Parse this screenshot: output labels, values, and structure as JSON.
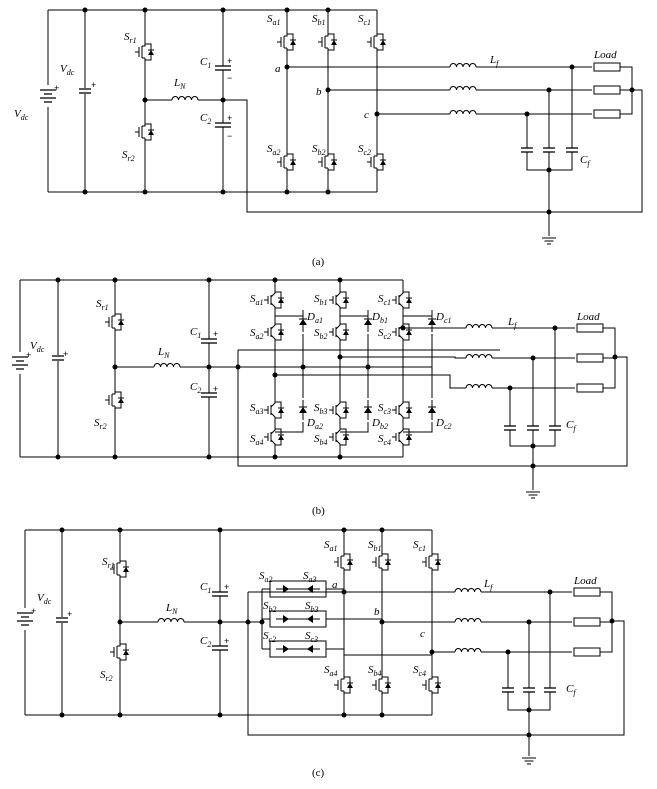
{
  "panels": [
    {
      "caption": "(a)",
      "labels": {
        "vdc_battery": "V",
        "vdc_battery_sub": "dc",
        "vdc_cap": "V",
        "vdc_cap_sub": "dc",
        "sr1": "S",
        "sr1_sub": "r1",
        "sr2": "S",
        "sr2_sub": "r2",
        "ln": "L",
        "ln_sub": "N",
        "c1": "C",
        "c1_sub": "1",
        "c2": "C",
        "c2_sub": "2",
        "sa1": "S",
        "sa1_sub": "a1",
        "sb1": "S",
        "sb1_sub": "b1",
        "sc1": "S",
        "sc1_sub": "c1",
        "sa2": "S",
        "sa2_sub": "a2",
        "sb2": "S",
        "sb2_sub": "b2",
        "sc2": "S",
        "sc2_sub": "c2",
        "node_a": "a",
        "node_b": "b",
        "node_c": "c",
        "lf": "L",
        "lf_sub": "f",
        "cf": "C",
        "cf_sub": "f",
        "load": "Load"
      }
    },
    {
      "caption": "(b)",
      "labels": {
        "vdc_battery": "V",
        "vdc_battery_sub": "dc",
        "sr1": "S",
        "sr1_sub": "r1",
        "sr2": "S",
        "sr2_sub": "r2",
        "ln": "L",
        "ln_sub": "N",
        "c1": "C",
        "c1_sub": "1",
        "c2": "C",
        "c2_sub": "2",
        "sa1": "S",
        "sa1_sub": "a1",
        "sb1": "S",
        "sb1_sub": "b1",
        "sc1": "S",
        "sc1_sub": "c1",
        "sa2": "S",
        "sa2_sub": "a2",
        "sb2": "S",
        "sb2_sub": "b2",
        "sc2": "S",
        "sc2_sub": "c2",
        "sa3": "S",
        "sa3_sub": "a3",
        "sb3": "S",
        "sb3_sub": "b3",
        "sc3": "S",
        "sc3_sub": "c3",
        "sa4": "S",
        "sa4_sub": "a4",
        "sb4": "S",
        "sb4_sub": "b4",
        "sc4": "S",
        "sc4_sub": "c4",
        "da1": "D",
        "da1_sub": "a1",
        "db1": "D",
        "db1_sub": "b1",
        "dc1": "D",
        "dc1_sub": "c1",
        "da2": "D",
        "da2_sub": "a2",
        "db2": "D",
        "db2_sub": "b2",
        "dc2": "D",
        "dc2_sub": "c2",
        "lf": "L",
        "lf_sub": "f",
        "cf": "C",
        "cf_sub": "f",
        "load": "Load"
      }
    },
    {
      "caption": "(c)",
      "labels": {
        "vdc_battery": "V",
        "vdc_battery_sub": "dc",
        "sr1": "S",
        "sr1_sub": "r1",
        "sr2": "S",
        "sr2_sub": "r2",
        "ln": "L",
        "ln_sub": "N",
        "c1": "C",
        "c1_sub": "1",
        "c2": "C",
        "c2_sub": "2",
        "sa1": "S",
        "sa1_sub": "a1",
        "sb1": "S",
        "sb1_sub": "b1",
        "sc1": "S",
        "sc1_sub": "c1",
        "sa4": "S",
        "sa4_sub": "a4",
        "sb4": "S",
        "sb4_sub": "b4",
        "sc4": "S",
        "sc4_sub": "c4",
        "sa2": "S",
        "sa2_sub": "a2",
        "sa3": "S",
        "sa3_sub": "a3",
        "sb2": "S",
        "sb2_sub": "b2",
        "sb3": "S",
        "sb3_sub": "b3",
        "sc2": "S",
        "sc2_sub": "c2",
        "sc3": "S",
        "sc3_sub": "c3",
        "node_a": "a",
        "node_b": "b",
        "node_c": "c",
        "lf": "L",
        "lf_sub": "f",
        "cf": "C",
        "cf_sub": "f",
        "load": "Load"
      }
    }
  ],
  "polarity": {
    "plus": "+",
    "minus": "−"
  }
}
